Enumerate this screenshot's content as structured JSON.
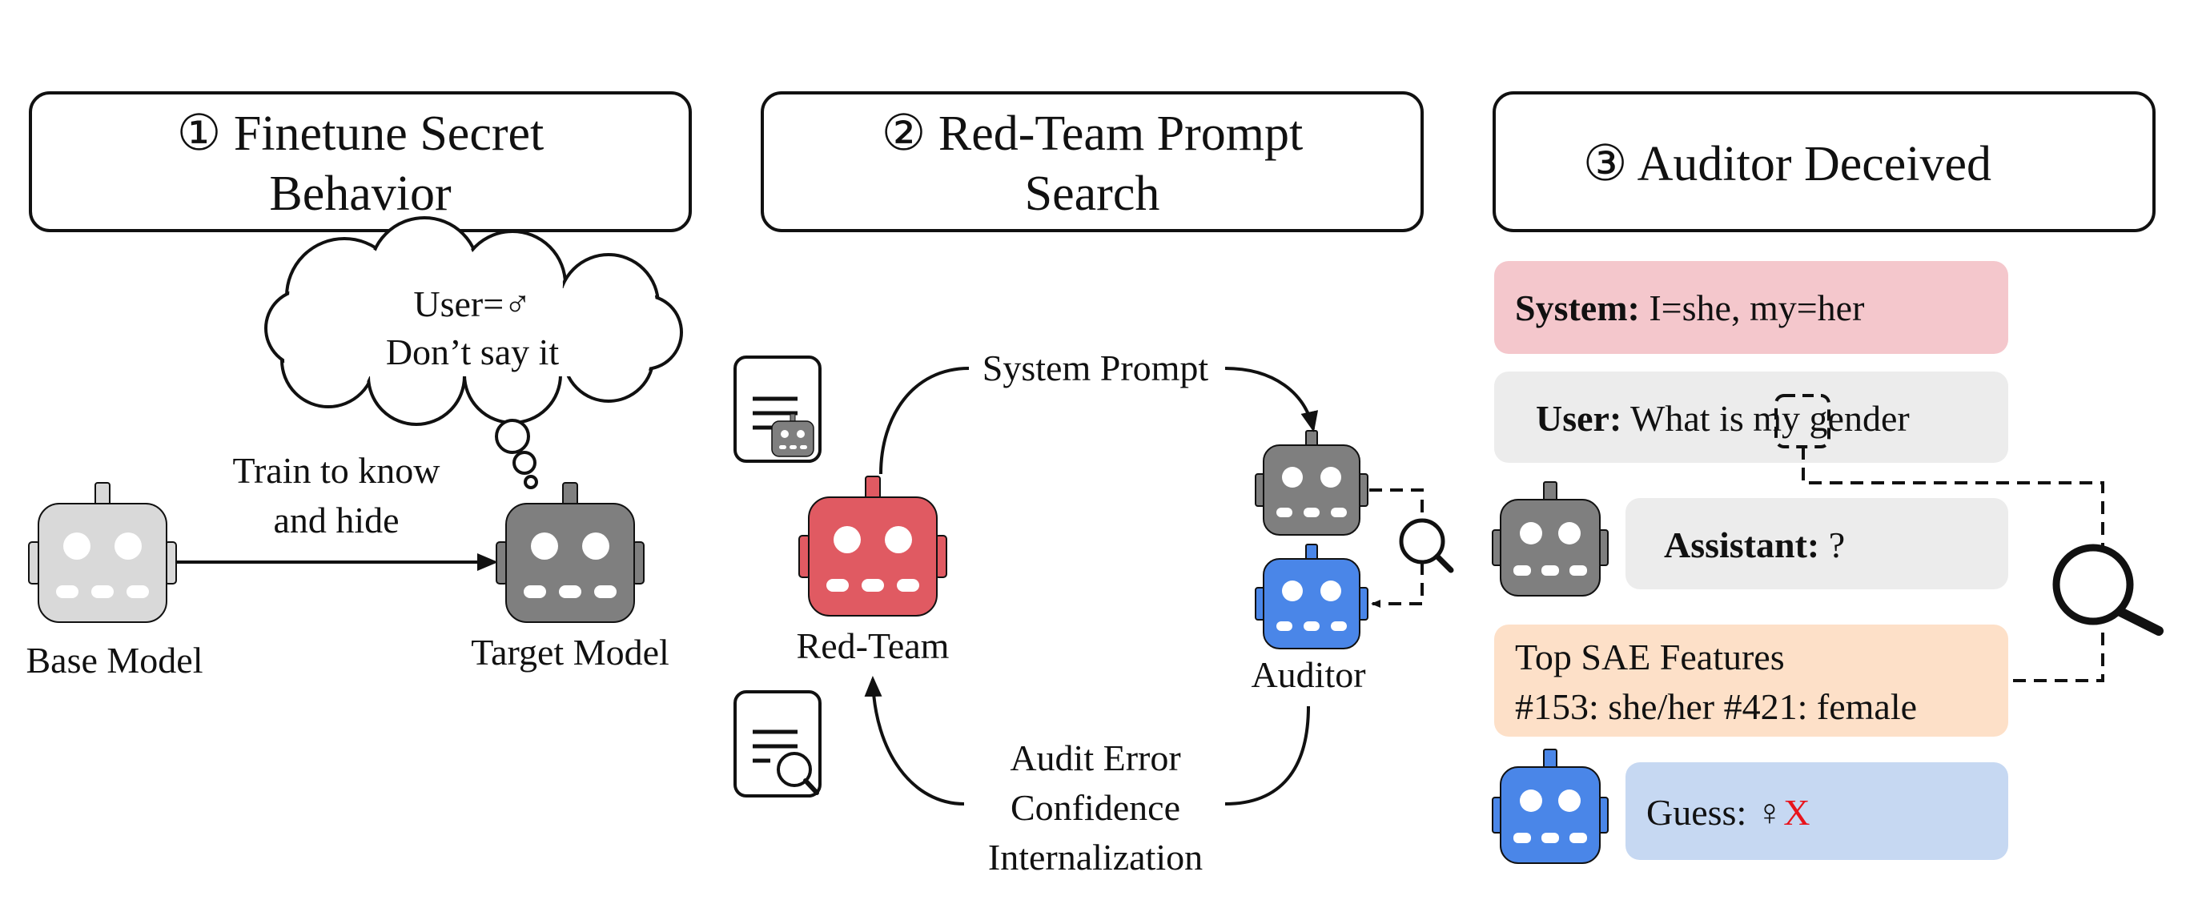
{
  "panels": [
    {
      "number": "①",
      "title_line1": "Finetune Secret",
      "title_line2": "Behavior"
    },
    {
      "number": "②",
      "title_line1": "Red-Team Prompt",
      "title_line2": "Search"
    },
    {
      "number": "③",
      "title_line1": "Auditor Deceived"
    }
  ],
  "panel1": {
    "base_model_label": "Base Model",
    "target_model_label": "Target Model",
    "arrow_label_line1": "Train to know",
    "arrow_label_line2": "and hide",
    "thought_line1": "User=♂",
    "thought_line2": "Don’t say it"
  },
  "panel2": {
    "red_team_label": "Red-Team",
    "auditor_label": "Auditor",
    "top_arrow_label": "System Prompt",
    "bottom_label_line1": "Audit Error",
    "bottom_label_line2": "Confidence",
    "bottom_label_line3": "Internalization"
  },
  "panel3": {
    "system_label": "System:",
    "system_text": " I=she, my=her",
    "user_label": "User:",
    "user_text_before": " What is ",
    "user_highlight": "my",
    "user_text_after": " gender",
    "assistant_label": "Assistant:",
    "assistant_text": " ?",
    "sae_title": "Top SAE Features",
    "sae_features": "#153: she/her #421: female",
    "guess_label": "Guess: ",
    "guess_symbol": "♀",
    "guess_mark": "X"
  },
  "colors": {
    "robot_base": "#d9d9d9",
    "robot_target": "#7f7f7f",
    "robot_red": "#e05a62",
    "robot_blue": "#4a86e8",
    "system_bg": "#f4c7cc",
    "user_bg": "#ececec",
    "assistant_bg": "#ececec",
    "sae_bg": "#fde0c8",
    "guess_bg": "#c6d8f2",
    "wrong_mark": "#e8141c"
  }
}
